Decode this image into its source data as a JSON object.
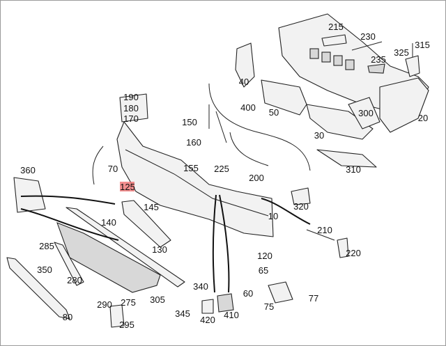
{
  "diagram": {
    "highlighted_part": "125",
    "highlight_color": "#f07a7a",
    "labels": {
      "p215": "215",
      "p230": "230",
      "p235": "235",
      "p315": "315",
      "p325": "325",
      "p40": "40",
      "p50": "50",
      "p400": "400",
      "p300": "300",
      "p20": "20",
      "p190": "190",
      "p180": "180",
      "p170": "170",
      "p150": "150",
      "p160": "160",
      "p30": "30",
      "p310": "310",
      "p360": "360",
      "p70": "70",
      "p155": "155",
      "p225": "225",
      "p200": "200",
      "p125": "125",
      "p145": "145",
      "p320": "320",
      "p140": "140",
      "p10": "10",
      "p210": "210",
      "p130": "130",
      "p220": "220",
      "p285": "285",
      "p120": "120",
      "p65": "65",
      "p350": "350",
      "p280": "280",
      "p60": "60",
      "p340": "340",
      "p275": "275",
      "p305": "305",
      "p290": "290",
      "p75": "75",
      "p77": "77",
      "p80": "80",
      "p345": "345",
      "p420": "420",
      "p410": "410",
      "p295": "295"
    }
  }
}
